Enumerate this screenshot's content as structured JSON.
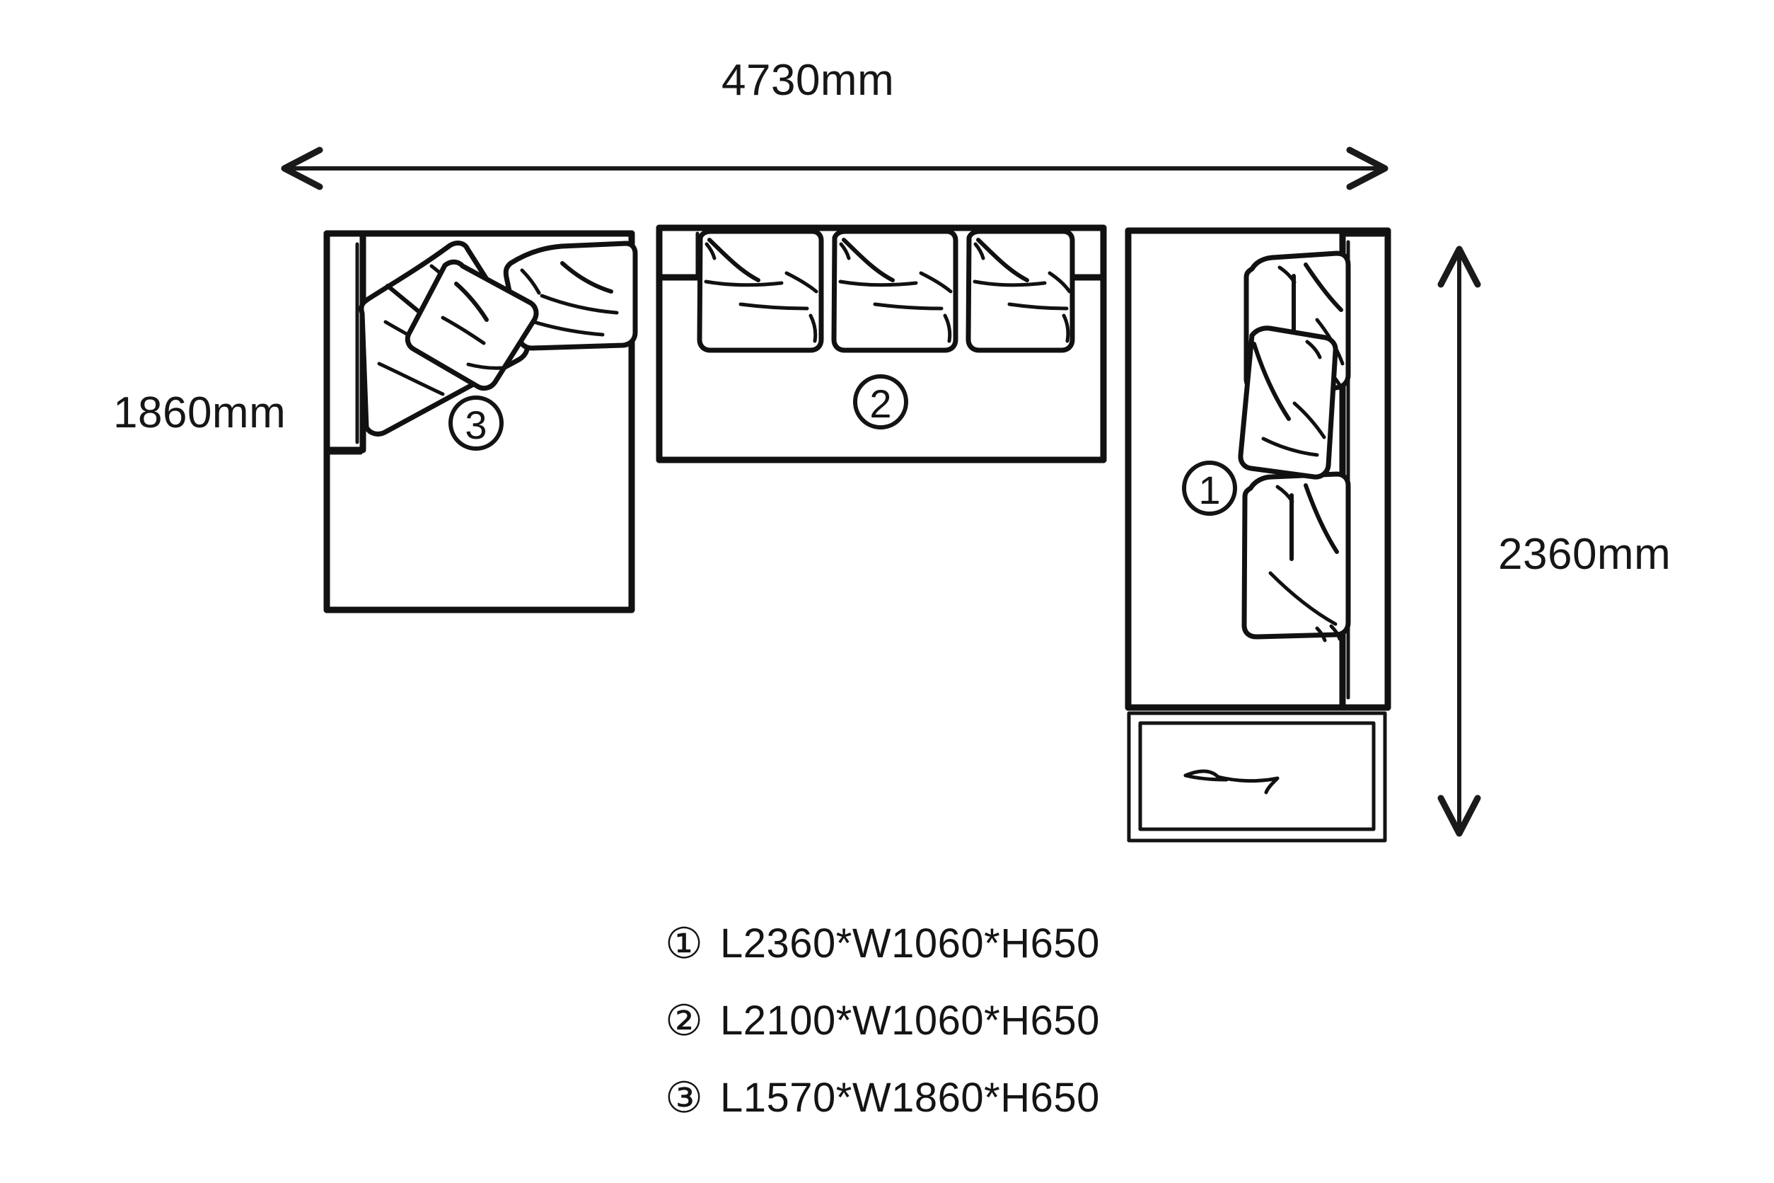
{
  "drawing": {
    "title": "Sectional sofa top-view dimension drawing",
    "units": "mm",
    "line_color": "#111111",
    "fill_color": "#ffffff"
  },
  "dimensions": {
    "overall_width": "4730mm",
    "chaise_depth": "1860mm",
    "overall_depth": "2360mm"
  },
  "pieces": [
    {
      "marker": "①",
      "marker_plain": "1",
      "label": "L2360*W1060*H650",
      "name": "right-chaise-module",
      "length_mm": 2360,
      "width_mm": 1060,
      "height_mm": 650
    },
    {
      "marker": "②",
      "marker_plain": "2",
      "label": "L2100*W1060*H650",
      "name": "three-seat-module",
      "length_mm": 2100,
      "width_mm": 1060,
      "height_mm": 650
    },
    {
      "marker": "③",
      "marker_plain": "3",
      "label": "L1570*W1860*H650",
      "name": "left-chaise-module",
      "length_mm": 1570,
      "width_mm": 1860,
      "height_mm": 650
    }
  ],
  "plan_markers": {
    "piece1": "①",
    "piece2": "②",
    "piece3": "③"
  },
  "legend": [
    {
      "marker": "①",
      "text": "L2360*W1060*H650"
    },
    {
      "marker": "②",
      "text": "L2100*W1060*H650"
    },
    {
      "marker": "③",
      "text": "L1570*W1860*H650"
    }
  ]
}
